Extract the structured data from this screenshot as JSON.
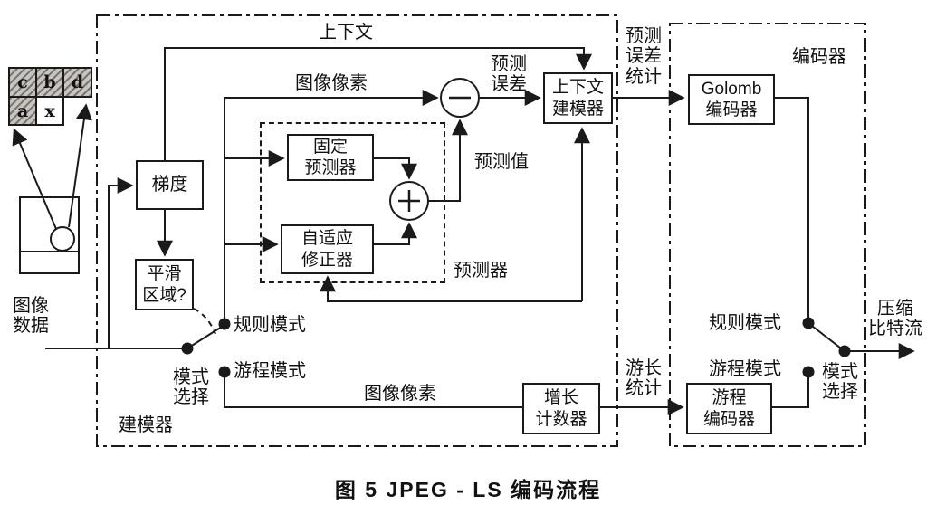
{
  "figure_caption": "图 5  JPEG - LS 编码流程",
  "template_cells": {
    "c": "c",
    "b": "b",
    "d": "d",
    "a": "a",
    "x": "x"
  },
  "blocks": {
    "gradient": {
      "l1": "梯度"
    },
    "smooth_region": {
      "l1": "平滑",
      "l2": "区域?"
    },
    "fixed_predictor": {
      "l1": "固定",
      "l2": "预测器"
    },
    "adaptive_corrector": {
      "l1": "自适应",
      "l2": "修正器"
    },
    "context_modeler": {
      "l1": "上下文",
      "l2": "建模器"
    },
    "golomb_coder": {
      "l1": "Golomb",
      "l2": "编码器"
    },
    "run_counter": {
      "l1": "增长",
      "l2": "计数器"
    },
    "run_coder": {
      "l1": "游程",
      "l2": "编码器"
    }
  },
  "labels": {
    "context": "上下文",
    "image_pixels_top": "图像像素",
    "pred_error": {
      "l1": "预测",
      "l2": "误差"
    },
    "pred_value": "预测值",
    "predictor": "预测器",
    "pred_error_stats": {
      "l1": "预测",
      "l2": "误差",
      "l3": "统计"
    },
    "encoder": "编码器",
    "modeler": "建模器",
    "image_data": {
      "l1": "图像",
      "l2": "数据"
    },
    "mode_select_left": {
      "l1": "模式",
      "l2": "选择"
    },
    "regular_mode_left": "规则模式",
    "run_mode_left": "游程模式",
    "image_pixels_bottom": "图像像素",
    "run_stats": {
      "l1": "游长",
      "l2": "统计"
    },
    "regular_mode_right": "规则模式",
    "run_mode_right": "游程模式",
    "mode_select_right": {
      "l1": "模式",
      "l2": "选择"
    },
    "compressed_bitstream": {
      "l1": "压缩",
      "l2": "比特流"
    }
  },
  "operators": {
    "subtract": "−",
    "add": "+"
  },
  "colors": {
    "line": "#1a1a1a",
    "background": "#ffffff",
    "cell_fill": "#c8c5c1",
    "cell_hatch": "#75726e"
  }
}
